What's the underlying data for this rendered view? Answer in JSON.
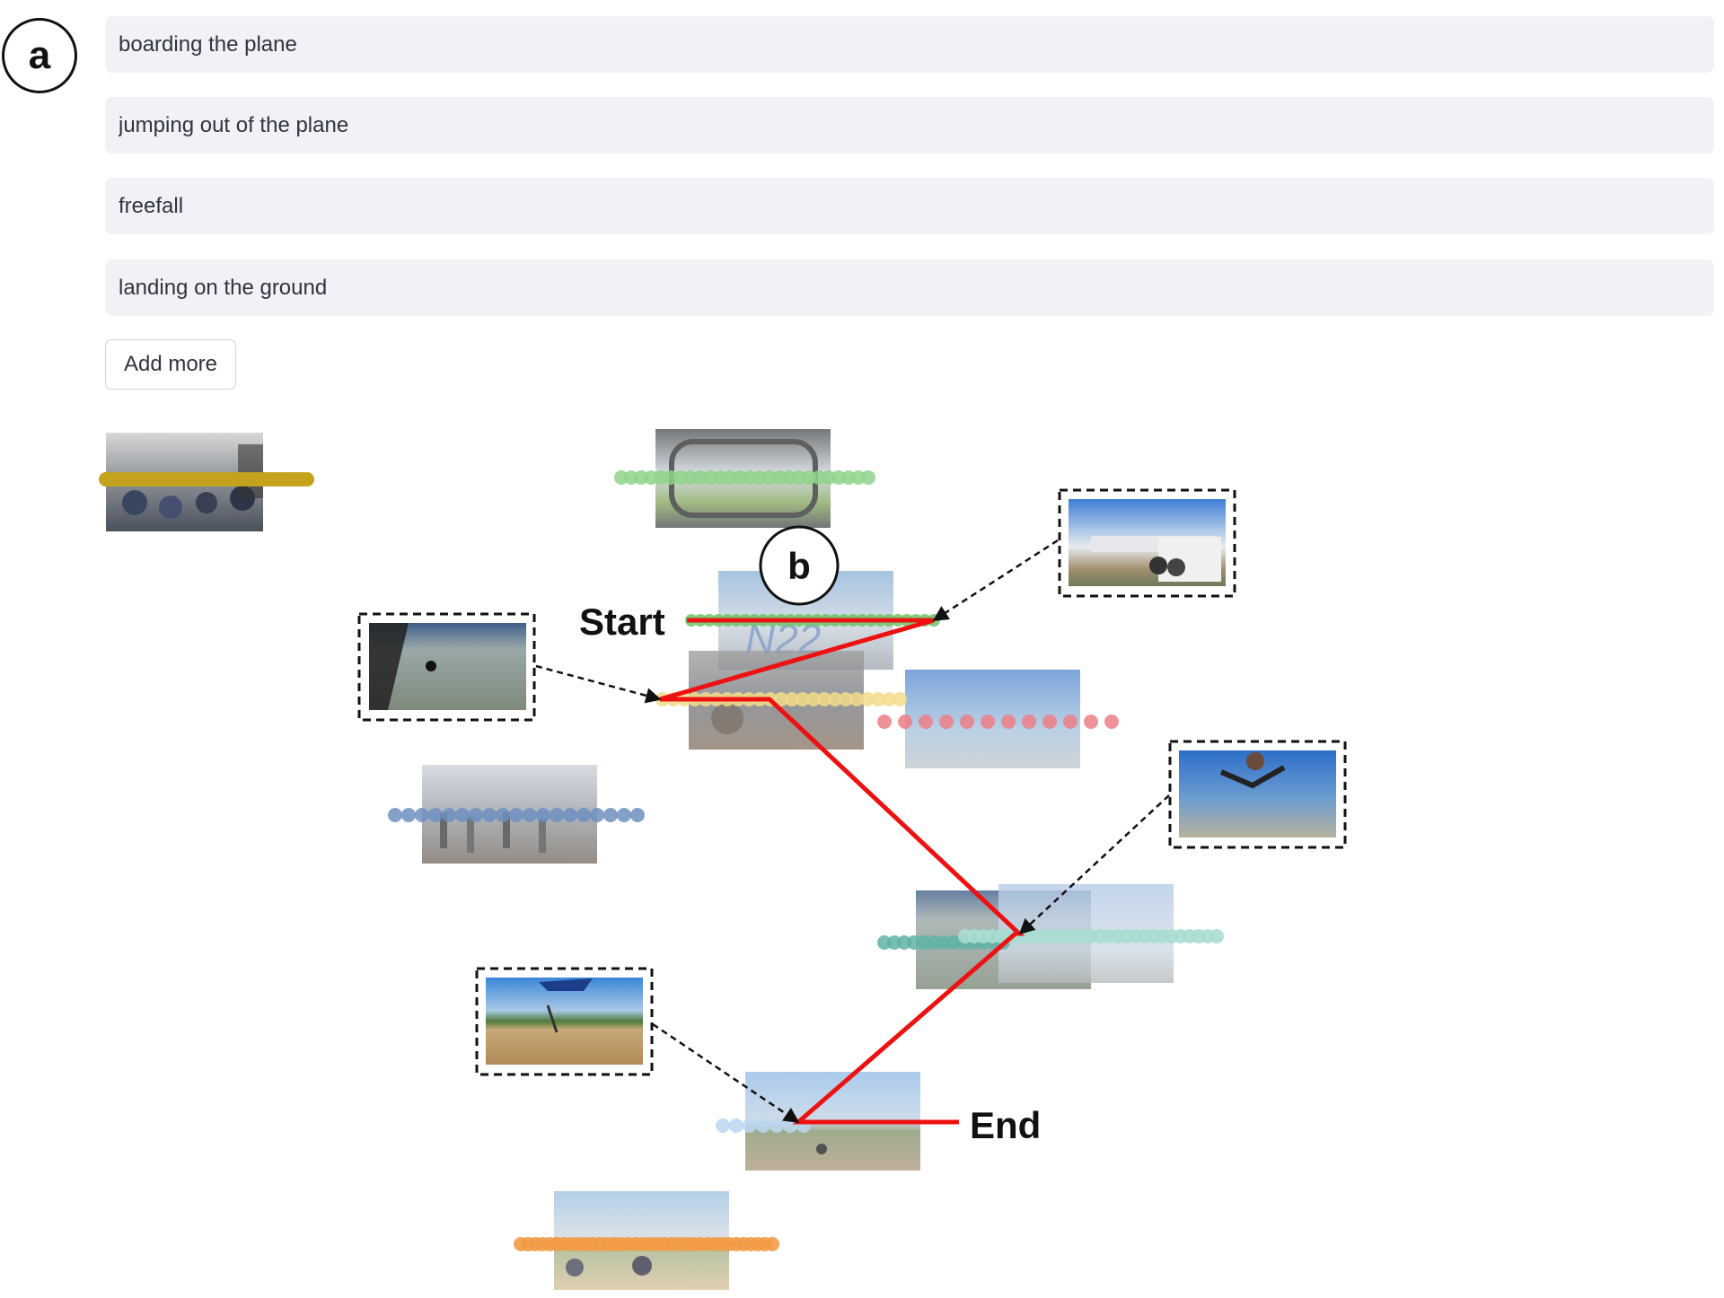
{
  "labels": {
    "a": "a",
    "b": "b",
    "start": "Start",
    "end": "End"
  },
  "queries": [
    "boarding the plane",
    "jumping out of the plane",
    "freefall",
    "landing on the ground"
  ],
  "add_more_label": "Add more",
  "colors": {
    "path": "#ee1111",
    "mustard": "#c4a21c",
    "green": "#8fd48a",
    "green_dark": "#6cc46a",
    "yellow": "#f2dc8a",
    "pink": "#ec7f86",
    "blue": "#6d8fc0",
    "teal": "#5fb3a6",
    "teal_light": "#a8ddd2",
    "light_blue": "#bcd6f0",
    "orange": "#f29a45"
  },
  "icons": [
    "dashed-arrow-icon",
    "path-arrow-icon"
  ]
}
